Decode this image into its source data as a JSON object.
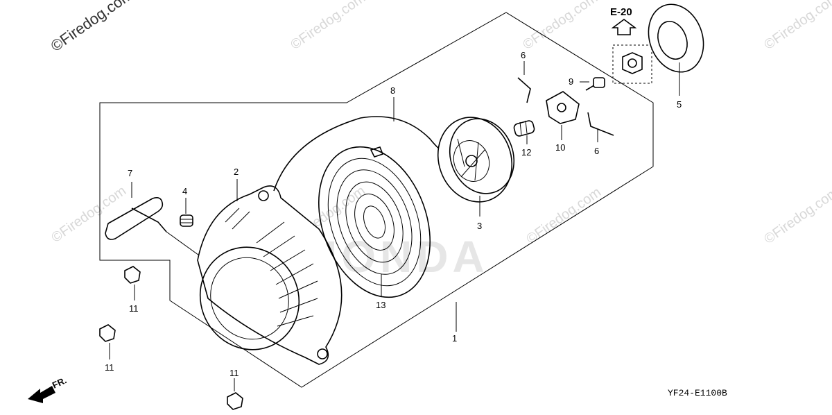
{
  "watermark": "©Firedog.com",
  "brand_watermark": "HONDA",
  "reference_label": "E-20",
  "diagram_code": "YF24-E1100B",
  "front_indicator": "FR.",
  "callouts": {
    "c1": "1",
    "c2": "2",
    "c3": "3",
    "c4": "4",
    "c5": "5",
    "c6a": "6",
    "c6b": "6",
    "c7": "7",
    "c8": "8",
    "c9": "9",
    "c10": "10",
    "c11a": "11",
    "c11b": "11",
    "c11c": "11",
    "c12": "12",
    "c13": "13"
  }
}
